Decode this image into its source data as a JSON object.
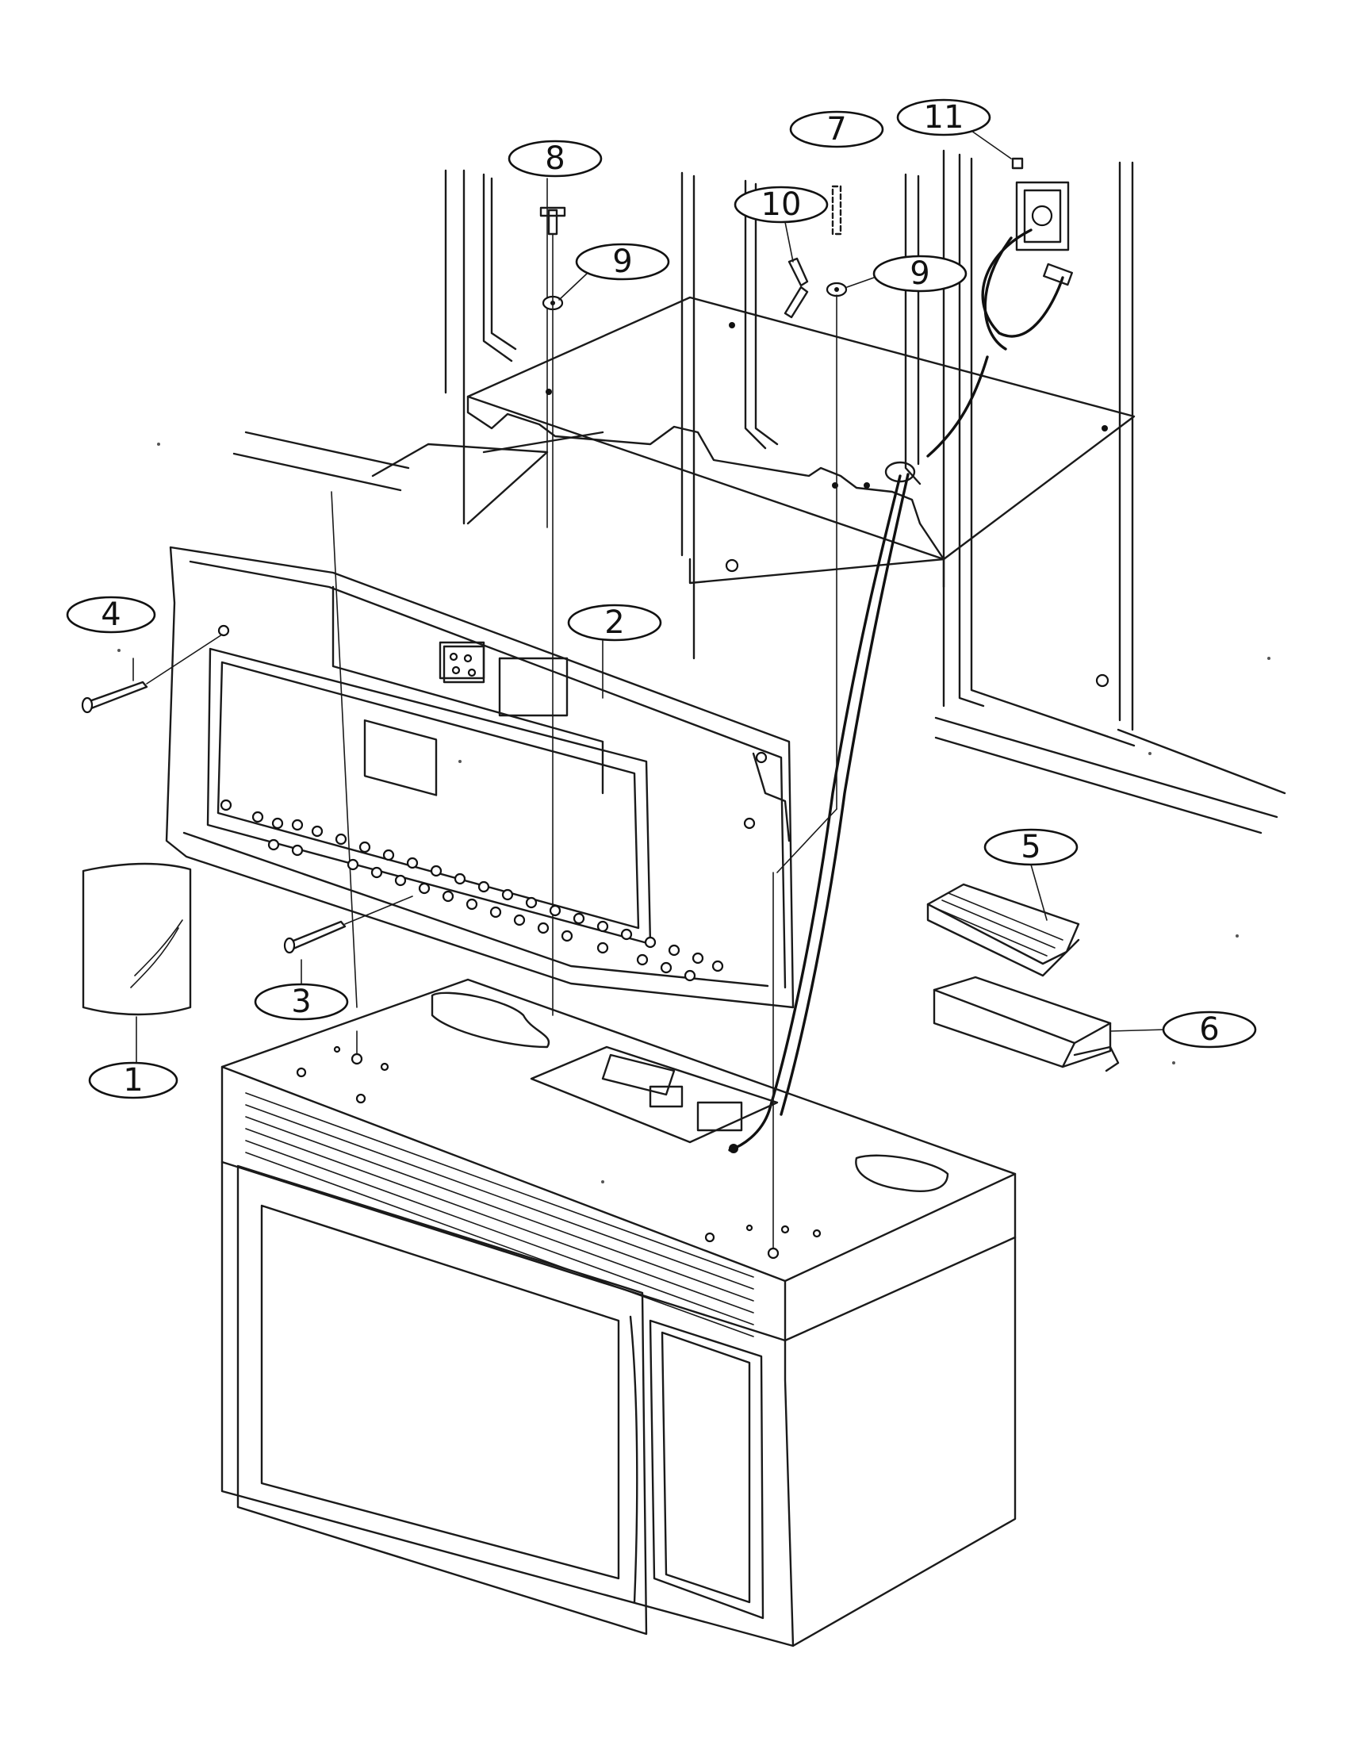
{
  "callouts": [
    {
      "id": "c1",
      "label": "1"
    },
    {
      "id": "c2",
      "label": "2"
    },
    {
      "id": "c3",
      "label": "3"
    },
    {
      "id": "c4",
      "label": "4"
    },
    {
      "id": "c5",
      "label": "5"
    },
    {
      "id": "c6",
      "label": "6"
    },
    {
      "id": "c7",
      "label": "7"
    },
    {
      "id": "c8",
      "label": "8"
    },
    {
      "id": "c9a",
      "label": "9"
    },
    {
      "id": "c9b",
      "label": "9"
    },
    {
      "id": "c10",
      "label": "10"
    },
    {
      "id": "c11",
      "label": "11"
    }
  ],
  "colors": {
    "line": "#111111",
    "background": "#ffffff"
  }
}
